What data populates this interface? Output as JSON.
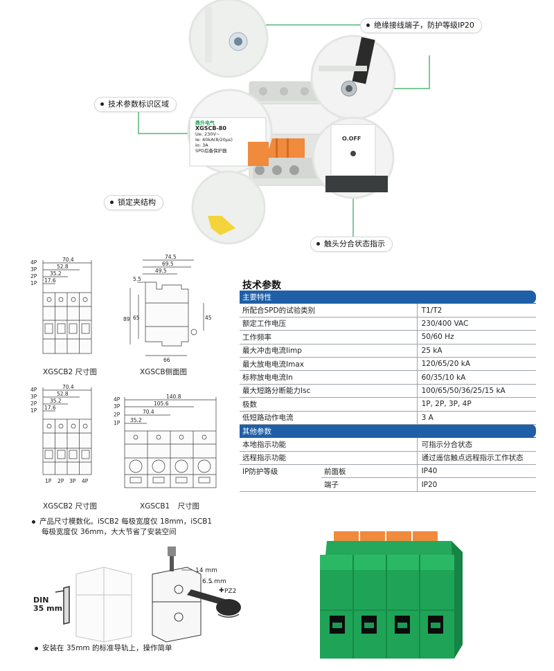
{
  "callouts": {
    "terminal": "绝缘接线端子，防护等级IP20",
    "tech_area": "技术参数标识区域",
    "lock": "锁定夹结构",
    "contact": "触头分合状态指示"
  },
  "product_label": {
    "brand": "鼎升电气",
    "model": "XGSCB-80",
    "ue": "Ue:",
    "ue_val": "230V~",
    "ie": "Ie:",
    "ie_val": "60kA(8/20μs)",
    "io": "Io:",
    "io_val": "3A",
    "desc": "SPD后备保护器"
  },
  "status_window": "O.OFF",
  "drawings": {
    "front2": {
      "caption": "XGSCB2 尺寸图",
      "poles": [
        "4P",
        "3P",
        "2P",
        "1P"
      ],
      "dims": [
        "70.4",
        "52.8",
        "35.2",
        "17.6"
      ]
    },
    "side": {
      "caption": "XGSCB侧面图",
      "dims_top": [
        "74.5",
        "69.5",
        "49.5"
      ],
      "d55": "5.5",
      "d89": "89",
      "d65": "65",
      "d45": "45",
      "d66": "66"
    },
    "front2b": {
      "caption": "XGSCB2 尺寸图",
      "poles": [
        "4P",
        "3P",
        "2P",
        "1P"
      ],
      "dims": [
        "70.4",
        "52.8",
        "35.2",
        "17.6"
      ],
      "bottom": [
        "1P",
        "2P",
        "3P",
        "4P"
      ]
    },
    "front1": {
      "caption": "XGSCB1",
      "caption2": "尺寸图",
      "poles": [
        "4P",
        "3P",
        "2P",
        "1P"
      ],
      "dims": [
        "140.8",
        "105.6",
        "70.4",
        "35.2"
      ]
    }
  },
  "spec": {
    "title": "技术参数",
    "section1": "主要特性",
    "rows1": [
      {
        "k": "所配合SPD的试验类别",
        "v": "T1/T2"
      },
      {
        "k": "额定工作电压",
        "v": "230/400 VAC"
      },
      {
        "k": "工作频率",
        "v": "50/60 Hz"
      },
      {
        "k": "最大冲击电流Iimp",
        "v": "25 kA"
      },
      {
        "k": "最大放电电流Imax",
        "v": "120/65/20 kA"
      },
      {
        "k": "标称放电电流In",
        "v": "60/35/10 kA"
      },
      {
        "k": "最大短路分断能力Isc",
        "v": "100/65/50/36/25/15 kA"
      },
      {
        "k": "极数",
        "v": "1P, 2P, 3P, 4P"
      },
      {
        "k": "低短路动作电流",
        "v": "3 A"
      }
    ],
    "section2": "其他参数",
    "rows2": [
      {
        "k": "本地指示功能",
        "v": "可指示分合状态"
      },
      {
        "k": "远程指示功能",
        "v": "通过遥信触点远程指示工作状态"
      }
    ],
    "ip_label": "IP防护等级",
    "ip_rows": [
      {
        "k": "前面板",
        "v": "IP40"
      },
      {
        "k": "端子",
        "v": "IP20"
      }
    ]
  },
  "notes": {
    "note1_l1": "产品尺寸模数化。iSCB2 每极宽度仅 18mm，iSCB1",
    "note1_l2": "每极宽度仅 36mm，大大节省了安装空间",
    "note2": "安装在 35mm 的标准导轨上，操作简单"
  },
  "install": {
    "din": "DIN",
    "din_mm": "35 mm",
    "d14": "14 mm",
    "d65": "6.5 mm",
    "pz": "PZ2"
  },
  "colors": {
    "accent_green": "#7cc99a",
    "section_blue": "#1f5fa8",
    "terminal_green": "#1fa357",
    "handle_orange": "#f08a3c"
  }
}
